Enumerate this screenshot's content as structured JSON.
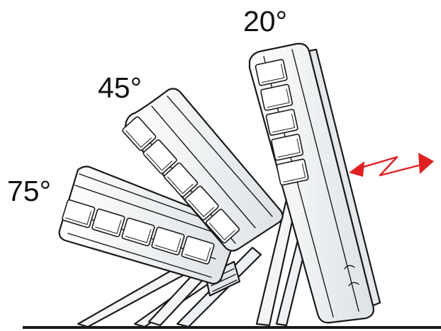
{
  "labels": {
    "angle_20": "20°",
    "angle_45": "45°",
    "angle_75": "75°"
  },
  "colors": {
    "body_fill": "#f3f5f6",
    "body_shade": "#dde2e5",
    "outline": "#1a1a1a",
    "arrow": "#e02020",
    "ground": "#1a1a1a"
  },
  "icons": {
    "motion": "double-headed-zigzag-arrow"
  }
}
